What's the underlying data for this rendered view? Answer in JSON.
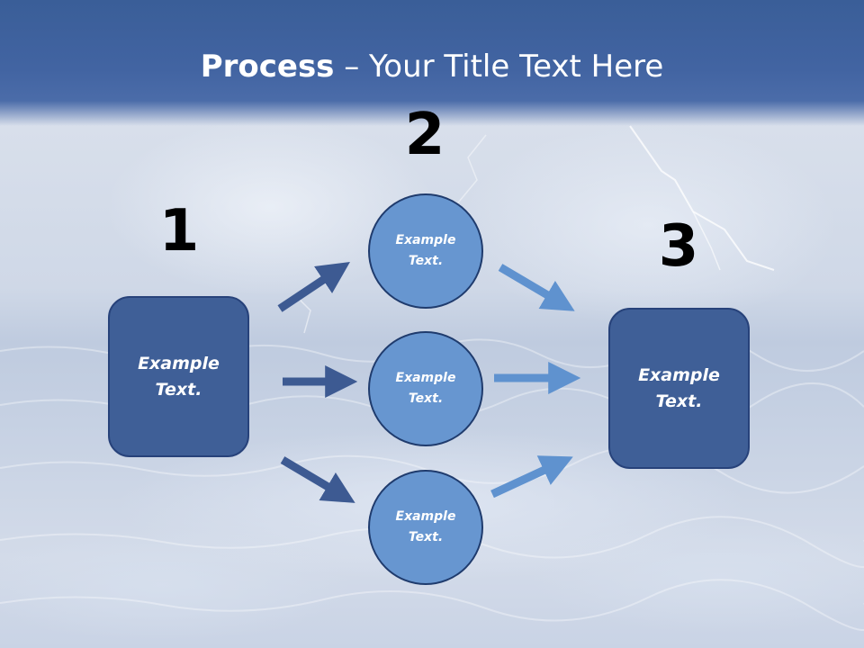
{
  "title": {
    "bold": "Process",
    "rest": " – Your Title Text Here"
  },
  "steps": {
    "one": "1",
    "two": "2",
    "three": "3"
  },
  "left_box": {
    "line1": "Example",
    "line2": "Text."
  },
  "right_box": {
    "line1": "Example",
    "line2": "Text."
  },
  "circles": [
    {
      "line1": "Example",
      "line2": "Text."
    },
    {
      "line1": "Example",
      "line2": "Text."
    },
    {
      "line1": "Example",
      "line2": "Text."
    }
  ],
  "colors": {
    "title_bar": "#4264a2",
    "box_fill": "#3f5f97",
    "circle_fill": "#6796d0",
    "dark_arrow": "#3d5a92",
    "light_arrow": "#5f92cf"
  }
}
